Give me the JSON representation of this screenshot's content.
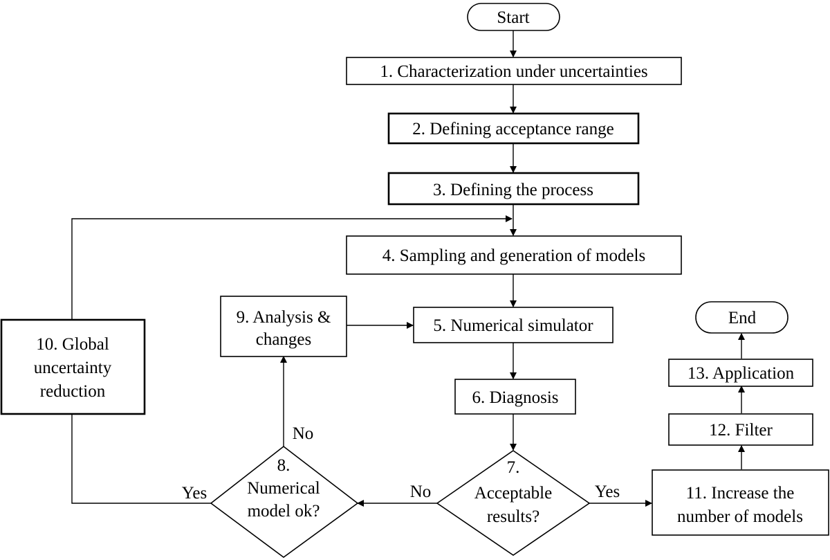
{
  "flowchart": {
    "start": "Start",
    "end": "End",
    "step1": "1. Characterization under uncertainties",
    "step2": "2. Defining acceptance range",
    "step3": "3. Defining the process",
    "step4": "4. Sampling and generation of models",
    "step5": "5. Numerical simulator",
    "step6": "6. Diagnosis",
    "step7": [
      "7.",
      "Acceptable",
      "results?"
    ],
    "step8": [
      "8.",
      "Numerical",
      "model ok?"
    ],
    "step9": [
      "9. Analysis &",
      "changes"
    ],
    "step10": [
      "10. Global",
      "uncertainty",
      "reduction"
    ],
    "step11": [
      "11. Increase the",
      "number of models"
    ],
    "step12": "12. Filter",
    "step13": "13. Application",
    "edges": {
      "no_7_to_8": "No",
      "yes_7_to_11": "Yes",
      "no_8_to_9": "No",
      "yes_8_to_10": "Yes"
    }
  }
}
